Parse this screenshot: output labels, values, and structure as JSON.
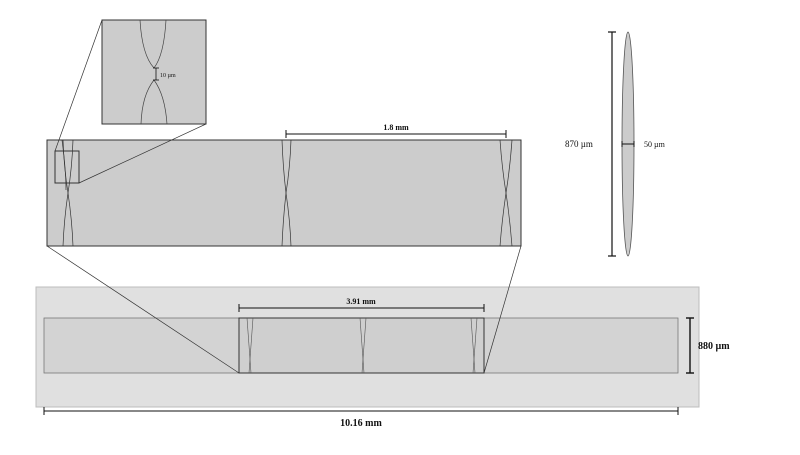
{
  "labels": {
    "zoom_gap": "10 µm",
    "top_spacing": "1.8 mm",
    "ellipse_height": "870 µm",
    "ellipse_width": "50 µm",
    "mid_spacing": "3.91 mm",
    "channel_height": "880 µm",
    "total_length": "10.16 mm"
  },
  "colors": {
    "outer_fill": "#e0e0e0",
    "channel_fill": "#d3d3d3",
    "insert_fill": "#cccccc",
    "stroke": "#444444",
    "line": "#111111"
  }
}
